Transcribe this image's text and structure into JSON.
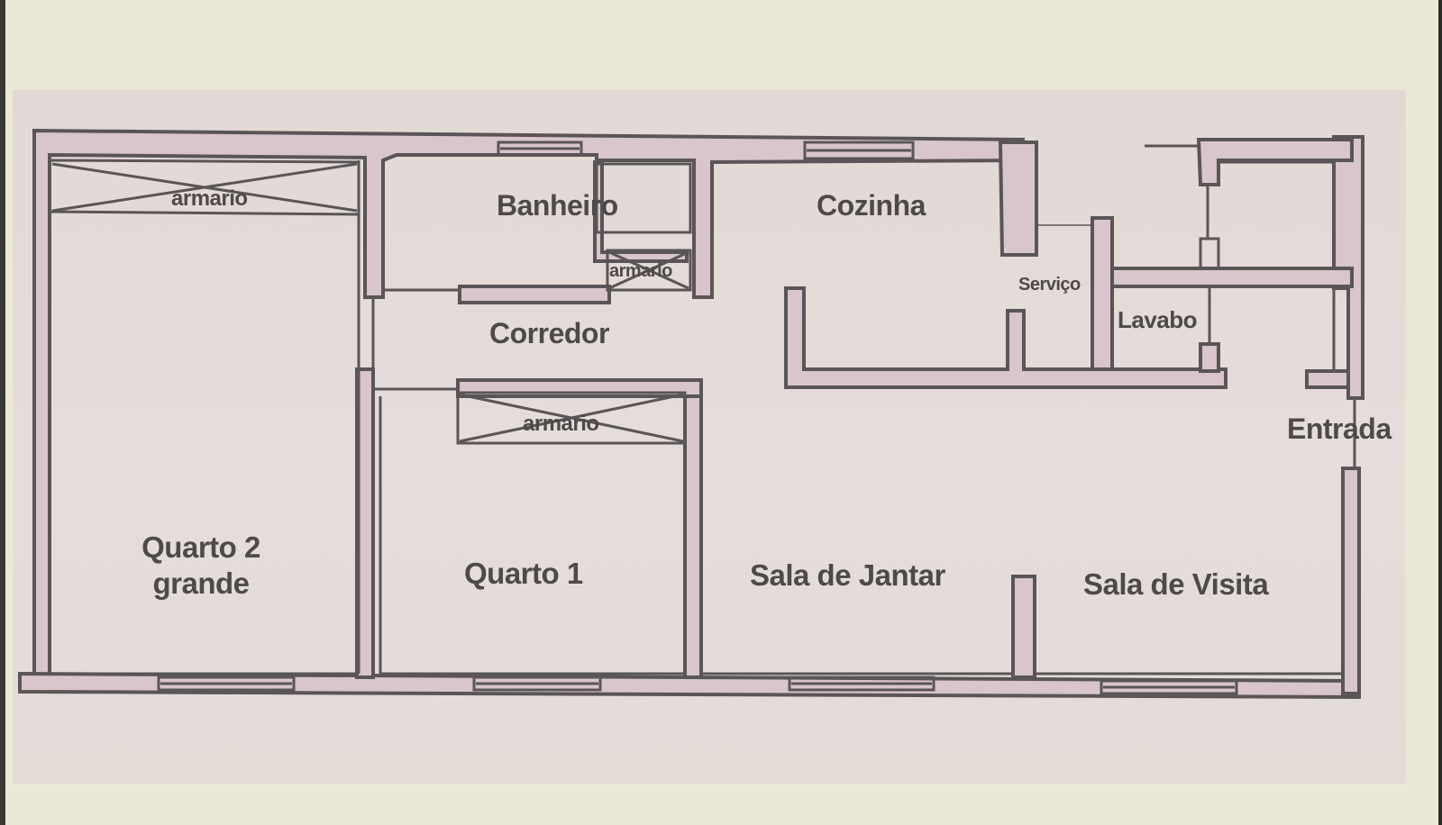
{
  "plan": {
    "colors": {
      "paper": "#ece8d6",
      "print_area": "#e3dbd8",
      "wall_fill": "#d8c6cc",
      "wall_line": "#5a5556",
      "label": "#4e4a4a"
    },
    "rooms": [
      {
        "id": "quarto-2",
        "label_line1": "Quarto 2",
        "label_line2": "grande"
      },
      {
        "id": "quarto-1",
        "label": "Quarto 1"
      },
      {
        "id": "banheiro",
        "label": "Banheiro"
      },
      {
        "id": "corredor",
        "label": "Corredor"
      },
      {
        "id": "cozinha",
        "label": "Cozinha"
      },
      {
        "id": "servico",
        "label": "Serviço"
      },
      {
        "id": "lavabo",
        "label": "Lavabo"
      },
      {
        "id": "entrada",
        "label": "Entrada"
      },
      {
        "id": "sala-jantar",
        "label": "Sala de Jantar"
      },
      {
        "id": "sala-visita",
        "label": "Sala de Visita"
      }
    ],
    "closets": [
      {
        "id": "armario-quarto-2",
        "label": "armario"
      },
      {
        "id": "armario-banheiro",
        "label": "armario"
      },
      {
        "id": "armario-quarto-1",
        "label": "armario"
      }
    ]
  }
}
